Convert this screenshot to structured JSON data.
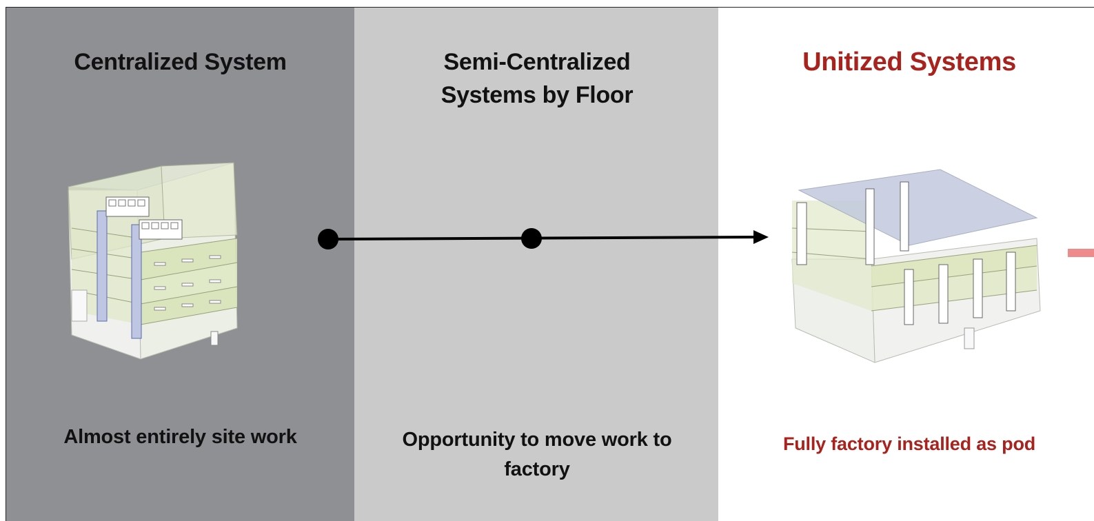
{
  "columns": [
    {
      "title": "Centralized System",
      "caption": "Almost entirely site work"
    },
    {
      "title_line1": "Semi-Centralized",
      "title_line2": "Systems by Floor",
      "caption_line1": "Opportunity to move work to",
      "caption_line2": "factory"
    },
    {
      "title": "Unitized Systems",
      "caption": "Fully factory installed as pod"
    }
  ],
  "colors": {
    "panel_dark": "#8e9093",
    "panel_mid": "#cacaca",
    "panel_light": "#ffffff",
    "accent_red": "#a8231d",
    "connector": "#000000"
  },
  "icons": [
    "building-centralized-illustration",
    "building-unitized-illustration",
    "arrow-head-icon"
  ]
}
